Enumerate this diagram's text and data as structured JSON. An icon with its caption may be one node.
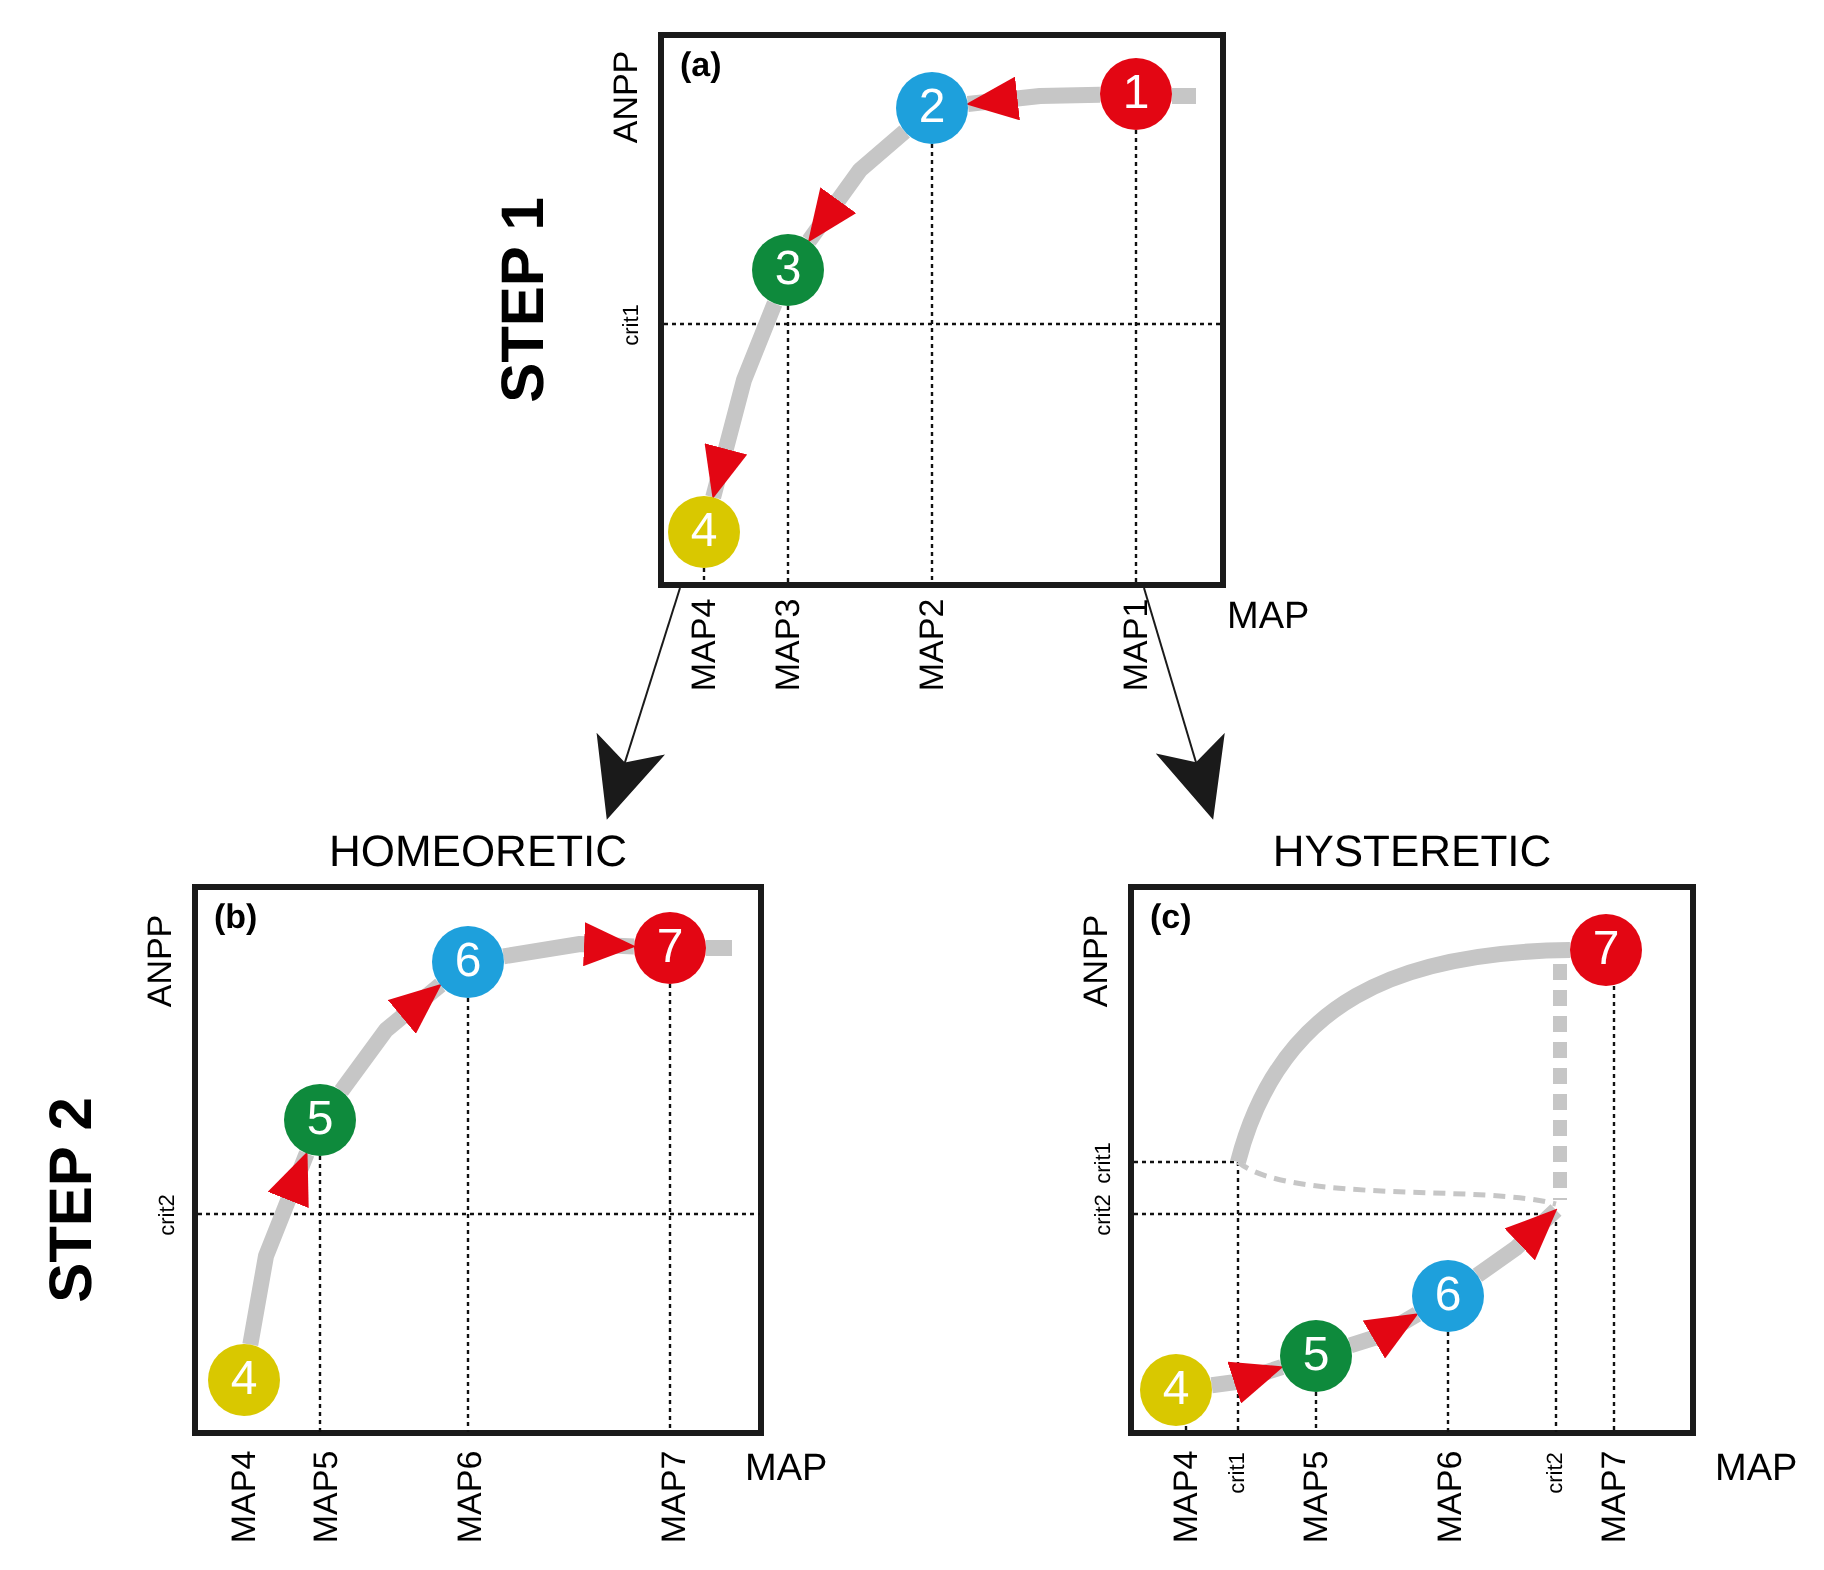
{
  "diagram": {
    "nodes": [
      {
        "text": [
          "(a)"
        ]
      },
      {
        "text": [
          "1"
        ],
        "in": 0
      },
      {
        "text": [
          "2"
        ],
        "in": 0
      },
      {
        "text": [
          "3"
        ],
        "in": 0
      },
      {
        "text": [
          "4"
        ],
        "in": 0
      },
      {
        "text": [
          "HOMEORETIC",
          "(b)"
        ]
      },
      {
        "text": [
          "4"
        ],
        "in": 5
      },
      {
        "text": [
          "5"
        ],
        "in": 5
      },
      {
        "text": [
          "6"
        ],
        "in": 5
      },
      {
        "text": [
          "7"
        ],
        "in": 5
      },
      {
        "text": [
          "HYSTERETIC",
          "(c)"
        ]
      },
      {
        "text": [
          "4"
        ],
        "in": 10
      },
      {
        "text": [
          "5"
        ],
        "in": 10
      },
      {
        "text": [
          "6"
        ],
        "in": 10
      },
      {
        "text": [
          "7"
        ],
        "in": 10
      }
    ],
    "edges": [
      {
        "from": 1,
        "to": 2,
        "arrow": "to"
      },
      {
        "from": 2,
        "to": 3,
        "arrow": "to"
      },
      {
        "from": 3,
        "to": 4,
        "arrow": "to"
      },
      {
        "from": 0,
        "to": 5,
        "arrow": "to",
        "color": "#1a1a1a"
      },
      {
        "from": 0,
        "to": 10,
        "arrow": "to",
        "color": "#1a1a1a"
      },
      {
        "from": 6,
        "to": 7,
        "arrow": "to"
      },
      {
        "from": 7,
        "to": 8,
        "arrow": "to"
      },
      {
        "from": 8,
        "to": 9,
        "arrow": "to"
      },
      {
        "from": 11,
        "to": 12,
        "arrow": "to"
      },
      {
        "from": 12,
        "to": 13,
        "arrow": "to"
      },
      {
        "from": 13,
        "to": null,
        "arrow": "to"
      }
    ],
    "labels": [
      "STEP 1",
      "ANPP",
      "crit1",
      "MAP4",
      "MAP3",
      "MAP2",
      "MAP1",
      "MAP",
      "STEP 2",
      "ANPP",
      "crit2",
      "MAP4",
      "MAP5",
      "MAP6",
      "MAP7",
      "MAP",
      "ANPP",
      "crit2",
      "crit1",
      "MAP4",
      "crit1",
      "MAP5",
      "MAP6",
      "crit2",
      "MAP7",
      "MAP"
    ]
  }
}
